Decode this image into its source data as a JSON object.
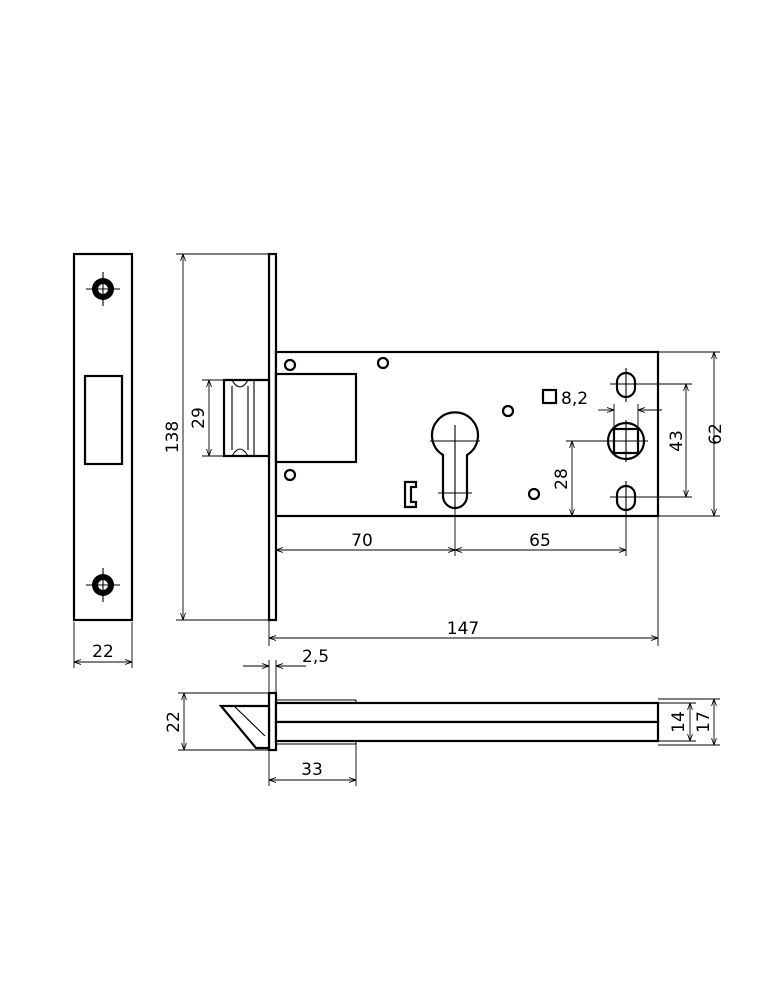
{
  "dimensions": {
    "faceplate_width": "22",
    "height_total": "138",
    "latch_height": "29",
    "backset": "70",
    "center_to_center": "65",
    "total_length": "147",
    "body_height": "62",
    "screw_spacing": "43",
    "spindle_offset": "28",
    "square_size": "8,2",
    "faceplate_thickness": "2,5",
    "side_depth": "22",
    "latch_projection": "33",
    "case_thickness": "14",
    "case_thickness_total": "17"
  },
  "colors": {
    "line": "#000000",
    "background": "#ffffff"
  }
}
